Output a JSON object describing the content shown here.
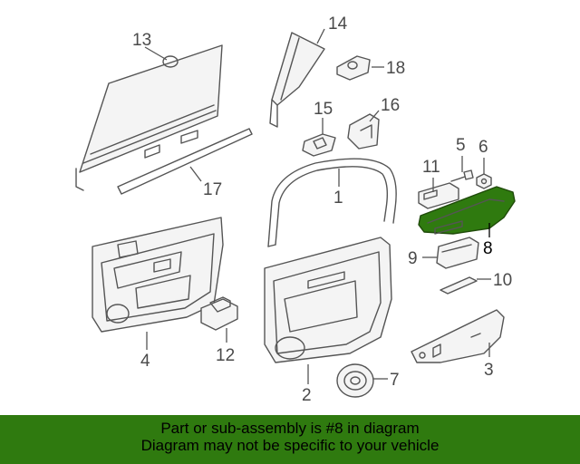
{
  "diagram": {
    "callouts": {
      "c1": "1",
      "c2": "2",
      "c3": "3",
      "c4": "4",
      "c5": "5",
      "c6": "6",
      "c7": "7",
      "c8": "8",
      "c9": "9",
      "c10": "10",
      "c11": "11",
      "c12": "12",
      "c13": "13",
      "c14": "14",
      "c15": "15",
      "c16": "16",
      "c17": "17",
      "c18": "18"
    },
    "highlight_color": "#2f7a0f",
    "line_color": "#555555"
  },
  "banner": {
    "line1": "Part or sub-assembly is #8 in diagram",
    "line2": "Diagram may not be specific to your vehicle",
    "background": "#2f7a0f"
  }
}
